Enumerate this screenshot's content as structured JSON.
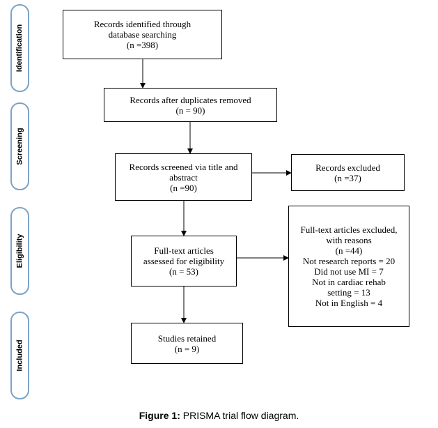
{
  "stages": {
    "identification": "Identification",
    "screening": "Screening",
    "eligibility": "Eligibility",
    "included": "Included"
  },
  "boxes": {
    "identified": [
      "Records identified through",
      "database searching",
      "(n =398)"
    ],
    "after_duplicates": [
      "Records after duplicates removed",
      "(n = 90)"
    ],
    "screened": [
      "Records screened via title and",
      "abstract",
      "(n =90)"
    ],
    "excluded": [
      "Records excluded",
      "(n =37)"
    ],
    "fulltext_assessed": [
      "Full-text articles",
      "assessed for eligibility",
      "(n = 53)"
    ],
    "fulltext_excluded": [
      "Full-text articles excluded,",
      "with reasons",
      "(n =44)",
      "Not research reports = 20",
      "Did not use MI = 7",
      "Not in cardiac rehab",
      "setting = 13",
      "Not in English = 4"
    ],
    "retained": [
      "Studies retained",
      "(n = 9)"
    ]
  },
  "caption": {
    "label": "Figure 1:",
    "text": "PRISMA trial flow diagram."
  }
}
